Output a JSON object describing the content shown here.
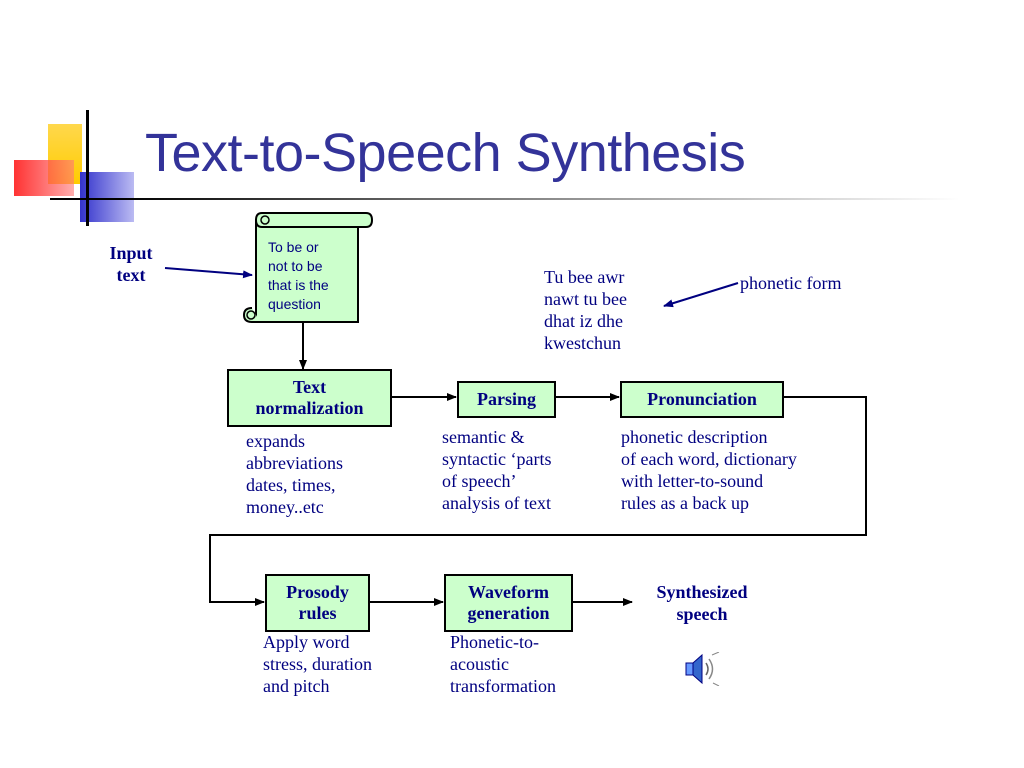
{
  "title": "Text-to-Speech Synthesis",
  "input_label": "Input\ntext",
  "scroll_text": "To be or\nnot to be\nthat is the\nquestion",
  "phonetic_text": "Tu bee awr\nnawt tu bee\ndhat iz dhe\nkwestchun",
  "phonetic_label": "phonetic form",
  "stages": {
    "text_normalization": {
      "label": "Text\nnormalization",
      "description": "expands\nabbreviations\ndates, times,\nmoney..etc"
    },
    "parsing": {
      "label": "Parsing",
      "description": "semantic &\nsyntactic ‘parts\nof speech’\nanalysis of text"
    },
    "pronunciation": {
      "label": "Pronunciation",
      "description": "phonetic description\nof each word, dictionary\nwith letter-to-sound\nrules as a back up"
    },
    "prosody_rules": {
      "label": "Prosody\nrules",
      "description": "Apply word\nstress, duration\nand pitch"
    },
    "waveform_generation": {
      "label": "Waveform\ngeneration",
      "description": "Phonetic-to-\nacoustic\ntransformation"
    }
  },
  "output_label": "Synthesized\nspeech",
  "icons": {
    "speaker": "speaker-icon"
  },
  "colors": {
    "title": "#333399",
    "text": "#000080",
    "box_fill": "#ccffcc",
    "deco_yellow": "#ffcc00",
    "deco_red": "#ff3333",
    "deco_blue": "#3333cc"
  }
}
